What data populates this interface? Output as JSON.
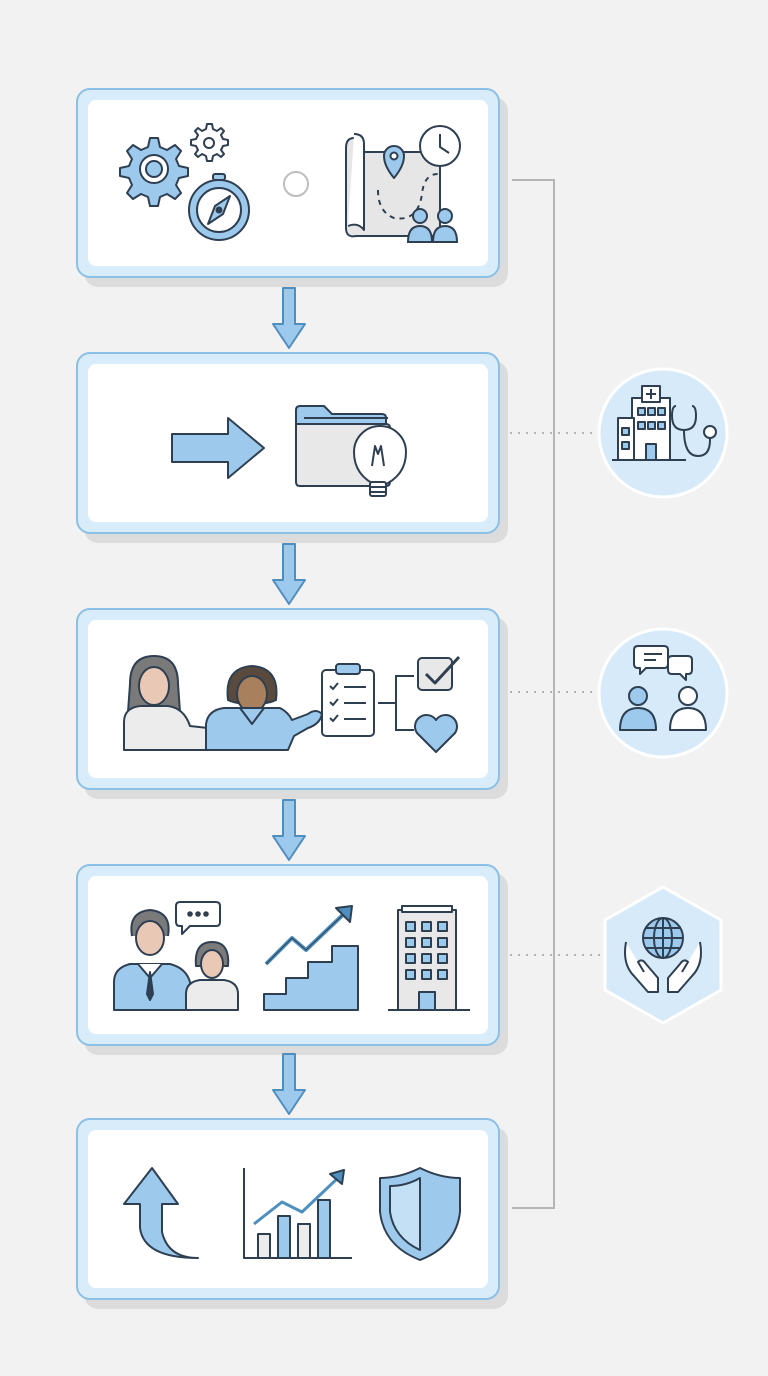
{
  "diagram": {
    "steps": [
      {
        "id": "step-1",
        "icons": [
          "gears-icon",
          "compass-icon",
          "connector-dot",
          "map-route-icon",
          "clock-icon",
          "team-icon"
        ]
      },
      {
        "id": "step-2",
        "icons": [
          "arrow-right-icon",
          "folder-icon",
          "lightbulb-icon"
        ]
      },
      {
        "id": "step-3",
        "icons": [
          "women-consultation-icon",
          "clipboard-checklist-icon",
          "checkbox-icon",
          "heart-icon"
        ]
      },
      {
        "id": "step-4",
        "icons": [
          "mentor-icon",
          "chat-bubble-icon",
          "growth-stairs-icon",
          "office-building-icon"
        ]
      },
      {
        "id": "step-5",
        "icons": [
          "curved-up-arrow-icon",
          "bar-chart-growth-icon",
          "shield-icon"
        ]
      }
    ],
    "side_nodes": [
      {
        "id": "healthcare",
        "icon": "hospital-stethoscope-icon",
        "shape": "circle"
      },
      {
        "id": "communication",
        "icon": "people-chat-icon",
        "shape": "circle"
      },
      {
        "id": "global-care",
        "icon": "hands-globe-icon",
        "shape": "hexagon"
      }
    ]
  },
  "colors": {
    "background": "#f2f2f2",
    "card_border": "#8cc0e6",
    "card_fill": "#d8ecfa",
    "accent": "#9cc9ec",
    "stroke": "#2f3f52"
  }
}
